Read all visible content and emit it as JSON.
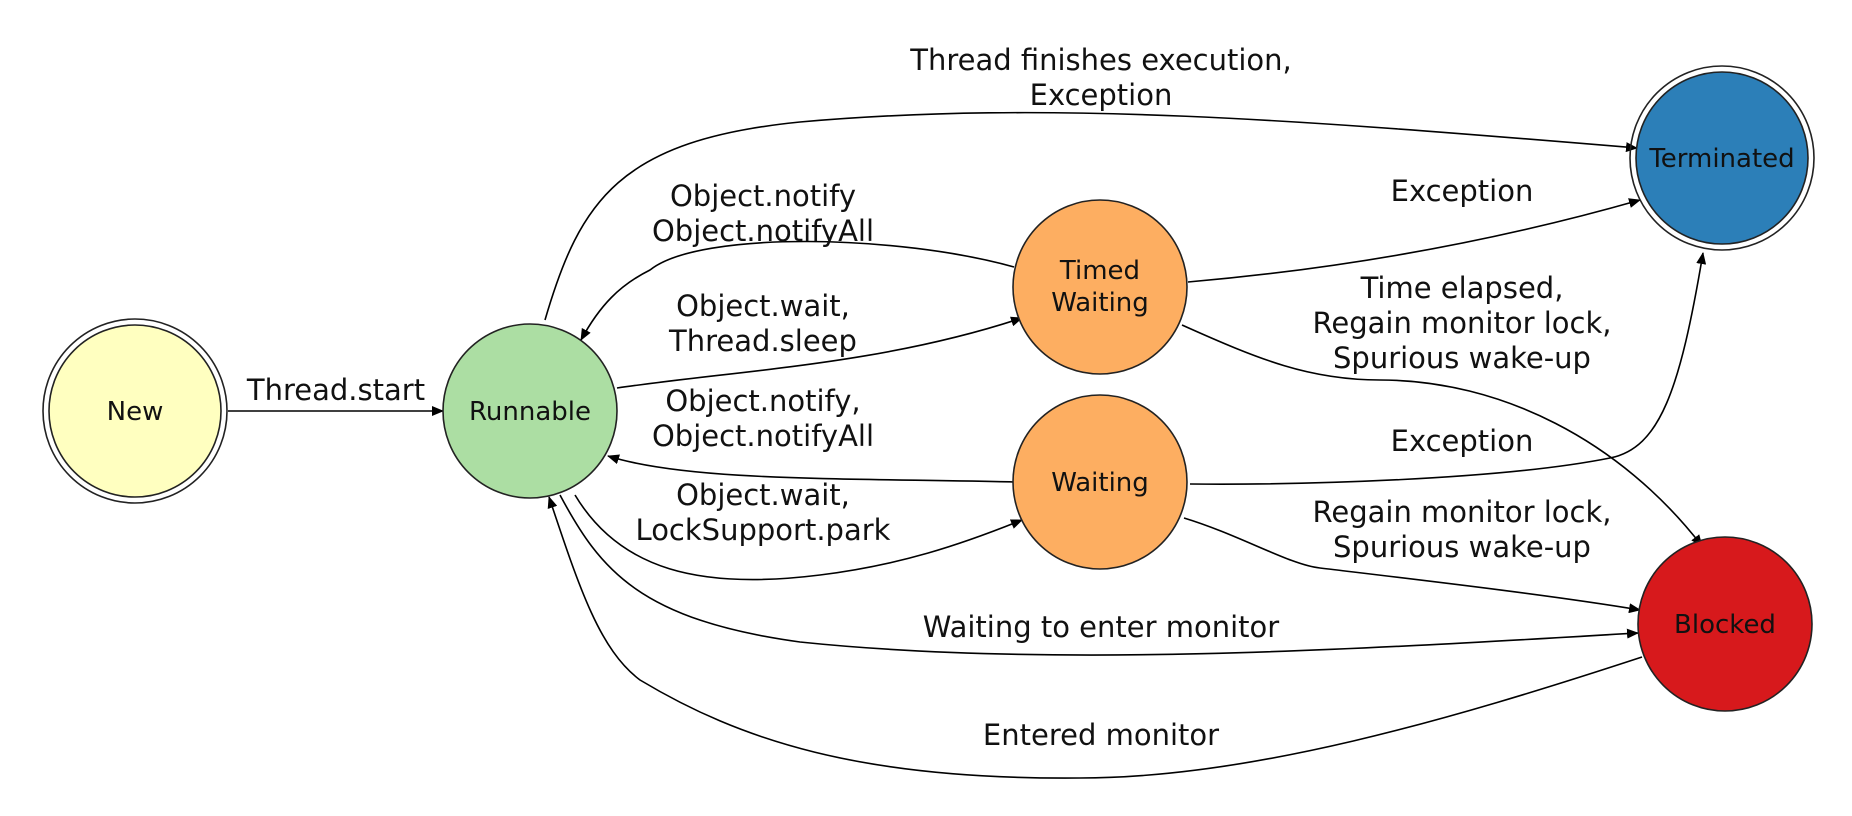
{
  "diagram": {
    "states": {
      "new": {
        "label": [
          "New"
        ],
        "color": "#ffffc0",
        "double": true
      },
      "runnable": {
        "label": [
          "Runnable"
        ],
        "color": "#acdea3",
        "double": false
      },
      "timed_waiting": {
        "label": [
          "Timed",
          "Waiting"
        ],
        "color": "#fdae61",
        "double": false
      },
      "waiting": {
        "label": [
          "Waiting"
        ],
        "color": "#fdae61",
        "double": false
      },
      "terminated": {
        "label": [
          "Terminated"
        ],
        "color": "#2c7fb8",
        "double": true
      },
      "blocked": {
        "label": [
          "Blocked"
        ],
        "color": "#d7191c",
        "double": false
      }
    },
    "transitions": [
      {
        "id": "new-runnable",
        "from": "new",
        "to": "runnable",
        "label": [
          "Thread.start"
        ]
      },
      {
        "id": "runnable-terminated",
        "from": "runnable",
        "to": "terminated",
        "label": [
          "Thread finishes execution,",
          "Exception"
        ]
      },
      {
        "id": "timed-runnable",
        "from": "timed_waiting",
        "to": "runnable",
        "label": [
          "Object.notify",
          "Object.notifyAll"
        ]
      },
      {
        "id": "runnable-timed",
        "from": "runnable",
        "to": "timed_waiting",
        "label": [
          "Object.wait,",
          "Thread.sleep"
        ]
      },
      {
        "id": "waiting-runnable",
        "from": "waiting",
        "to": "runnable",
        "label": [
          "Object.notify,",
          "Object.notifyAll"
        ]
      },
      {
        "id": "runnable-waiting",
        "from": "runnable",
        "to": "waiting",
        "label": [
          "Object.wait,",
          "LockSupport.park"
        ]
      },
      {
        "id": "timed-terminated",
        "from": "timed_waiting",
        "to": "terminated",
        "label": [
          "Exception"
        ]
      },
      {
        "id": "timed-blocked",
        "from": "timed_waiting",
        "to": "blocked",
        "label": [
          "Time elapsed,",
          "Regain monitor lock,",
          "Spurious wake-up"
        ]
      },
      {
        "id": "waiting-terminated",
        "from": "waiting",
        "to": "terminated",
        "label": [
          "Exception"
        ]
      },
      {
        "id": "waiting-blocked",
        "from": "waiting",
        "to": "blocked",
        "label": [
          "Regain monitor lock,",
          "Spurious wake-up"
        ]
      },
      {
        "id": "runnable-blocked",
        "from": "runnable",
        "to": "blocked",
        "label": [
          "Waiting to enter monitor"
        ]
      },
      {
        "id": "blocked-runnable",
        "from": "blocked",
        "to": "runnable",
        "label": [
          "Entered monitor"
        ]
      }
    ]
  }
}
